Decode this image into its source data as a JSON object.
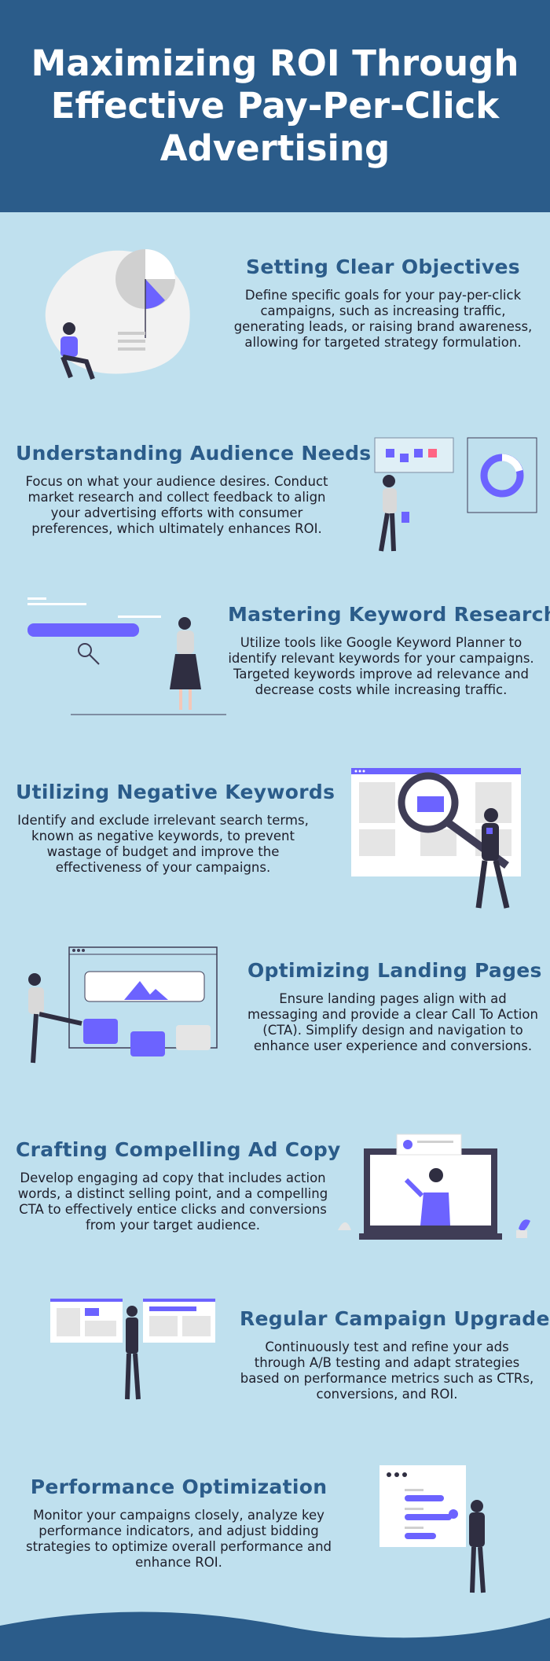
{
  "header": {
    "title": "Maximizing ROI Through Effective Pay-Per-Click Advertising"
  },
  "sections": [
    {
      "title": "Setting Clear Objectives",
      "body": "Define specific goals for your pay-per-click campaigns, such as increasing traffic, generating leads, or raising brand awareness, allowing for targeted strategy formulation."
    },
    {
      "title": "Understanding Audience Needs",
      "body": "Focus on what your audience desires. Conduct market research and collect feedback to align your advertising efforts with consumer preferences, which ultimately enhances ROI."
    },
    {
      "title": "Mastering Keyword Research",
      "body": "Utilize tools like Google Keyword Planner to identify relevant keywords for your campaigns. Targeted keywords improve ad relevance and decrease costs while increasing traffic."
    },
    {
      "title": "Utilizing Negative Keywords",
      "body": "Identify and exclude irrelevant search terms, known as negative keywords, to prevent wastage of budget and improve the effectiveness of your campaigns."
    },
    {
      "title": "Optimizing Landing Pages",
      "body": "Ensure landing pages align with ad messaging and provide a clear Call To Action (CTA). Simplify design and navigation to enhance user experience and conversions."
    },
    {
      "title": "Crafting Compelling Ad Copy",
      "body": "Develop engaging ad copy that includes action words, a distinct selling point, and a compelling CTA to effectively entice clicks and conversions from your target audience."
    },
    {
      "title": "Regular Campaign Upgrades",
      "body": "Continuously test and refine your ads through A/B testing and adapt strategies based on performance metrics such as CTRs, conversions, and ROI."
    },
    {
      "title": "Performance Optimization",
      "body": "Monitor your campaigns closely, analyze key performance indicators, and adjust bidding strategies to optimize overall performance and enhance ROI."
    }
  ],
  "colors": {
    "header_bg": "#2b5c8a",
    "page_bg": "#bfe0ee",
    "title": "#2b5c8a",
    "accent": "#6c63ff",
    "dark": "#2f2e41"
  },
  "icons": [
    "pie-chart-illustration",
    "kanban-board-illustration",
    "search-bar-illustration",
    "magnifier-illustration",
    "landing-page-illustration",
    "laptop-ad-illustration",
    "browser-windows-illustration",
    "checklist-illustration"
  ]
}
